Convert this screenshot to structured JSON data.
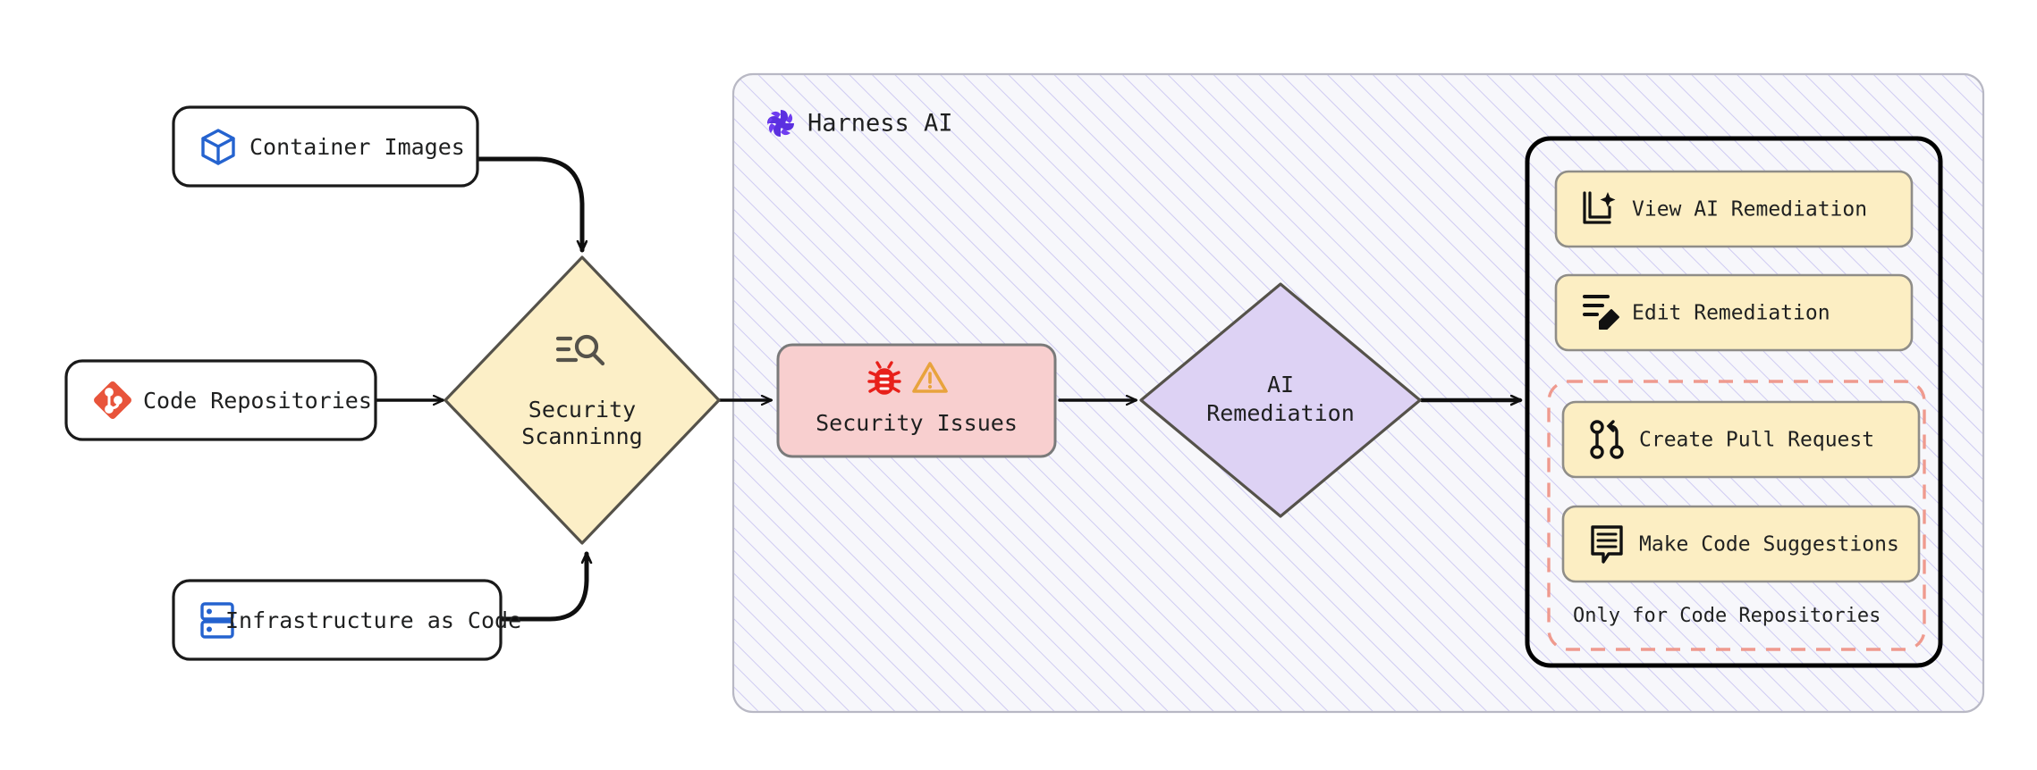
{
  "diagram": {
    "type": "flowchart",
    "direction": "left-to-right",
    "title": "",
    "background": "#ffffff"
  },
  "sources": [
    {
      "id": "container-images",
      "label": "Container Images",
      "icon": "box-cube-icon",
      "icon_color": "#2563cf"
    },
    {
      "id": "code-repositories",
      "label": "Code Repositories",
      "icon": "git-branch-diamond-icon",
      "icon_color": "#e8543b"
    },
    {
      "id": "infrastructure-as-code",
      "label": "Infrastructure as Code",
      "icon": "server-stack-icon",
      "icon_color": "#2563cf"
    }
  ],
  "scanner": {
    "id": "security-scanning",
    "label_line1": "Security",
    "label_line2": "Scanninng",
    "icon": "scan-search-icon",
    "fill": "#fcefc7",
    "stroke": "#55524a"
  },
  "cluster": {
    "id": "harness-ai",
    "title": "Harness AI",
    "logo": "harness-pinwheel-logo",
    "logo_color": "#5b30e0",
    "fill": "#f6f6f9",
    "stroke": "#b8b8c4",
    "hatch_color": "#c9c6f0"
  },
  "issues": {
    "id": "security-issues",
    "label": "Security Issues",
    "icons": [
      "bug-icon",
      "warning-triangle-icon"
    ],
    "bug_color": "#e8201a",
    "warning_color": "#e8a33d",
    "fill": "#f8cfcf",
    "stroke": "#7a7a7a"
  },
  "remediation": {
    "id": "ai-remediation",
    "label_line1": "AI",
    "label_line2": "Remediation",
    "fill": "#ddd2f4",
    "stroke": "#55524a"
  },
  "actions_group": {
    "id": "remediation-actions",
    "stroke": "#000000",
    "subgroup": {
      "id": "code-repo-only-actions",
      "note": "Only for Code Repositories",
      "stroke": "#ef9a8e"
    },
    "buttons": [
      {
        "id": "view-ai-remediation",
        "label": "View AI Remediation",
        "icon": "book-sparkle-icon"
      },
      {
        "id": "edit-remediation",
        "label": "Edit Remediation",
        "icon": "list-pencil-icon"
      },
      {
        "id": "create-pull-request",
        "label": "Create Pull Request",
        "icon": "git-pull-request-icon",
        "in_subgroup": true
      },
      {
        "id": "make-code-suggestions",
        "label": "Make Code Suggestions",
        "icon": "message-lines-icon",
        "in_subgroup": true
      }
    ],
    "button_fill": "#fceec3",
    "button_stroke": "#8f8d88"
  },
  "edges": [
    {
      "from": "container-images",
      "to": "security-scanning",
      "style": "curved-down"
    },
    {
      "from": "code-repositories",
      "to": "security-scanning",
      "style": "straight"
    },
    {
      "from": "infrastructure-as-code",
      "to": "security-scanning",
      "style": "curved-up"
    },
    {
      "from": "security-scanning",
      "to": "security-issues",
      "style": "straight"
    },
    {
      "from": "security-issues",
      "to": "ai-remediation",
      "style": "straight"
    },
    {
      "from": "ai-remediation",
      "to": "remediation-actions",
      "style": "straight"
    }
  ]
}
